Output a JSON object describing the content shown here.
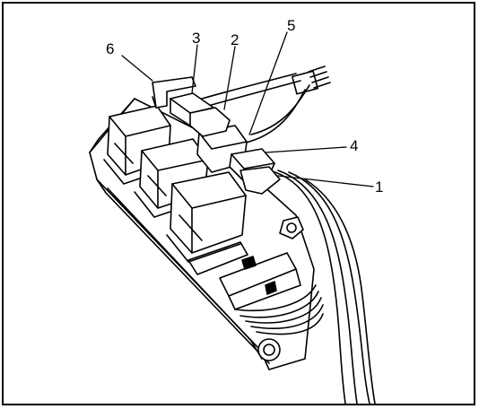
{
  "figure": {
    "callouts": [
      {
        "id": "6",
        "label": "6"
      },
      {
        "id": "3",
        "label": "3"
      },
      {
        "id": "2",
        "label": "2"
      },
      {
        "id": "5",
        "label": "5"
      },
      {
        "id": "4",
        "label": "4"
      },
      {
        "id": "1",
        "label": "1"
      }
    ]
  }
}
